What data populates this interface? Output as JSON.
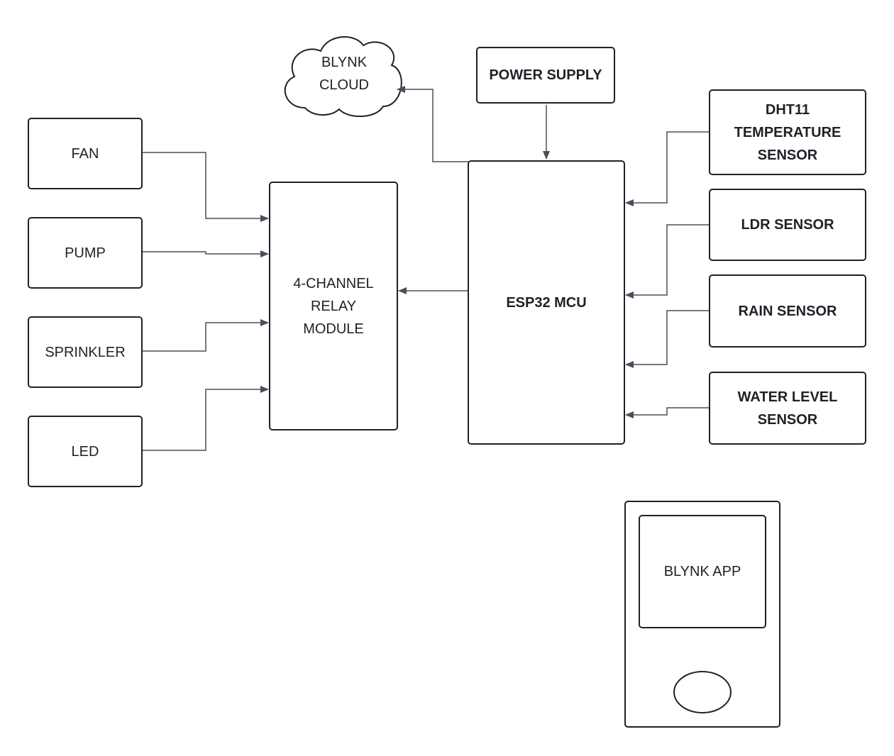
{
  "diagram": {
    "blynk_cloud": "BLYNK\nCLOUD",
    "power_supply": "POWER SUPPLY",
    "esp32": "ESP32 MCU",
    "relay": "4-CHANNEL\nRELAY\nMODULE",
    "fan": "FAN",
    "pump": "PUMP",
    "sprinkler": "SPRINKLER",
    "led": "LED",
    "dht11": "DHT11\nTEMPERATURE\nSENSOR",
    "ldr": "LDR SENSOR",
    "rain": "RAIN SENSOR",
    "water": "WATER LEVEL\nSENSOR",
    "blynk_app": "BLYNK APP",
    "colors": {
      "stroke": "#1f2128",
      "connector": "#4a4f5a",
      "background": "#ffffff"
    }
  }
}
